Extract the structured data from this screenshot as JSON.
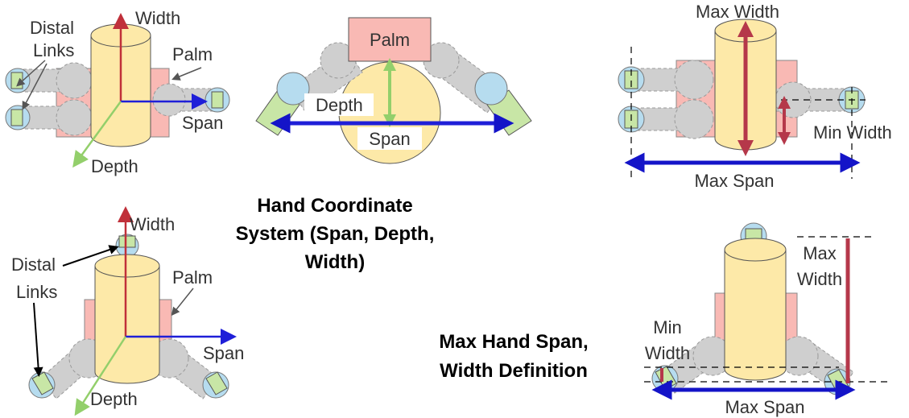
{
  "labels": {
    "width": "Width",
    "distal": "Distal",
    "links": "Links",
    "palm": "Palm",
    "span": "Span",
    "depth": "Depth",
    "max_width": "Max Width",
    "min_width": "Min Width",
    "max_span": "Max Span",
    "max": "Max",
    "min": "Min"
  },
  "titles": {
    "coord_line1": "Hand Coordinate",
    "coord_line2": "System (Span, Depth,",
    "coord_line3": "Width)",
    "def_line1": "Max Hand Span,",
    "def_line2": "Width Definition"
  },
  "colors": {
    "cylinder": "#fde9a8",
    "palm": "#f9b9b4",
    "link": "#cfcfcf",
    "fingertip_blue": "#b6dcef",
    "fingertip_green": "#c8e6a6",
    "width_axis": "#c0303a",
    "span_axis": "#1f1fd8",
    "depth_axis": "#93cf6b",
    "max_width_bar": "#b5384a",
    "max_span_bar": "#1414c8"
  }
}
